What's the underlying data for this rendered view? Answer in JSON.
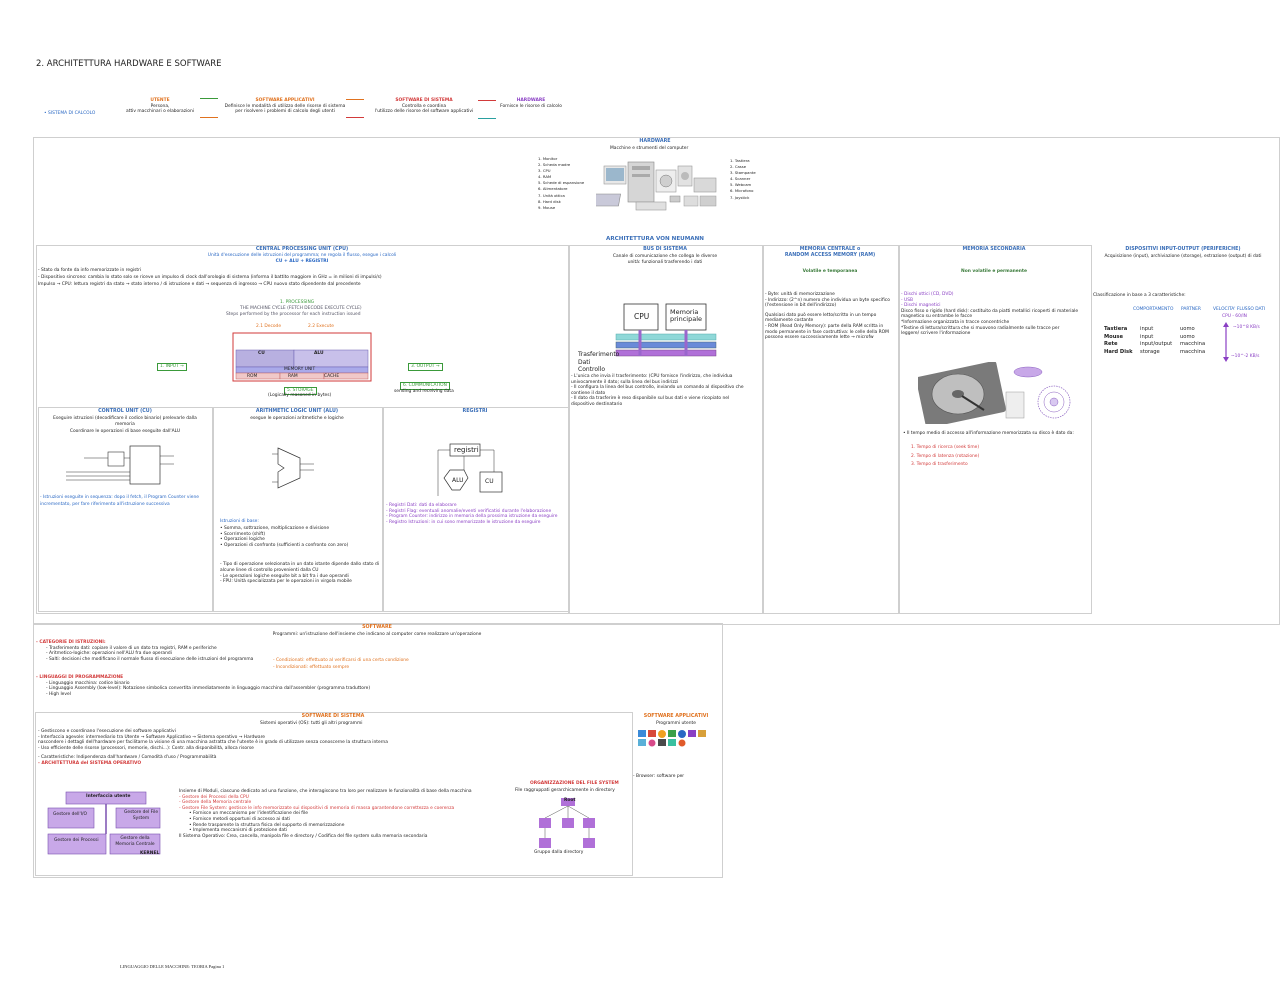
{
  "page": {
    "title": "2. ARCHITETTURA HARDWARE E SOFTWARE",
    "footer": "LINGUAGGIO DELLE MACCHINE: TEORIA  Pagina 1"
  },
  "flow": {
    "left_label": "SISTEMA DI CALCOLO",
    "utente": {
      "title": "UTENTE",
      "l1": "Persona,",
      "l2": "attiv macchinari o elaborazioni"
    },
    "sw_app": {
      "title": "SOFTWARE APPLICATIVI",
      "l1": "Definisce le modalità di utilizzo delle risorse di sistema",
      "l2": "per risolvere i problemi di calcolo degli utenti"
    },
    "sw_sys": {
      "title": "SOFTWARE DI SISTEMA",
      "l1": "Controlla e coordina",
      "l2": "l'utilizzo delle risorse del software applicativi"
    },
    "hw": {
      "title": "HARDWARE",
      "l1": "Fornisce le risorse di calcolo"
    }
  },
  "hardware": {
    "title": "HARDWARE",
    "subtitle": "Macchine e strumenti del computer",
    "left_items": [
      "1. Monitor",
      "2. Scheda madre",
      "3. CPU",
      "4. RAM",
      "5. Schede di espansione",
      "6. Alimentatore",
      "7. Unità ottica",
      "8. Hard disk",
      "9. Mouse"
    ],
    "right_items": [
      "1. Tastiera",
      "2. Casse",
      "3. Stampante",
      "4. Scanner",
      "5. Webcam",
      "6. Microfono",
      "7. Joystick"
    ]
  },
  "von_neumann": {
    "title": "ARCHITETTURA VON NEUMANN",
    "cpu": {
      "title": "CENTRAL PROCESSING UNIT (CPU)",
      "sub1": "Unità d'esecuzione delle istruzioni del programma; ne regola il flusso, esegue i calcoli",
      "sub2": "CU + ALU + REGISTRI",
      "b1": "- Stato da fonte da info memorizzate in registri",
      "b2": "- Dispositivo sincrono: cambia lo stato solo se riceve un impulso di clock dall'orologio di sistema (informa il battito maggiore in GHz = in milioni di impulsi/s)",
      "b3": "Impulso → CPU: lettura registri da stato → stato interno / di istruzione e dati → sequenza di ingresso → CPU nuovo stato dipendente dal precedente",
      "cycle_title": "1. PROCESSING",
      "cycle_sub": "THE MACHINE CYCLE (FETCH DECODE EXECUTE CYCLE)",
      "cycle_sub2": "Steps performed by the processor for each instruction issued",
      "decode": "2.1 Decode",
      "execute": "2.2 Execute",
      "input": "1. INPUT →",
      "output": "3. OUTPUT →",
      "cu": "CU",
      "alu": "ALU",
      "mem": "MEMORY UNIT",
      "rom": "ROM",
      "ram": "RAM",
      "cache": "CACHE",
      "storage": "5. STORAGE",
      "storage_sub": "(Logically reasoned in bytes)",
      "comm": "6. COMMUNICATION",
      "comm_sub": "sending and receiving data"
    },
    "bus": {
      "title": "BUS DI SISTEMA",
      "sub1": "Canale di comunicazione che collega le diverse",
      "sub2": "unità: funzionali trasferendo i dati",
      "cpu": "CPU",
      "mem": "Memoria principale",
      "tr": "Trasferimento Dati Controllo",
      "d1": "- L'unica che invia il trasferimento: (CPU fornisce l'indirizzo, che individua",
      "d2": "univocamente il dato; sulla linea del bus indirizzi",
      "d3": "- Il configura la linea del bus controllo, inviando un comando al dispositivo che",
      "d4": "contiene il dato",
      "d5": "- Il dato da trasferire è reso disponibile sul bus dati e viene ricopiato nel",
      "d6": "dispositivo destinatario"
    },
    "mem_centrale": {
      "title": "MEMORIA CENTRALE o",
      "title2": "RANDOM ACCESS MEMORY (RAM)",
      "sub": "Volatile e temporanea",
      "l1": "- Byte: unità di memorizzazione",
      "l2": "- Indirizzo: (2^n) numero che individua un byte specifico",
      "l3": "(l'estensione in bit dell'indirizzo)",
      "l4": "Qualsiasi dato può essere letto/scritto in un tempo",
      "l5": "mediamente costante",
      "l6": "- ROM (Read Only Memory): parte della RAM scritta in",
      "l7": "modo permanente in fase costruttiva: le celle della ROM",
      "l8": "possono essere successivamente lette → microfw"
    },
    "mem_secondaria": {
      "title": "MEMORIA SECONDARIA",
      "sub": "Non volatile e permanente",
      "l1": "- Dischi ottici (CD, DVD)",
      "l2": "- USB",
      "l3": "- Dischi magnetici",
      "l4": "Disco fisso o rigido (hard disk): costituito da piatti metallici ricoperti di materiale",
      "l5": "magnetico su entrambe le facce",
      "l6": "*Informazione organizzata in tracce concentriche",
      "l7": "*Testine di lettura/scrittura che si muovono radialmente sulle tracce per",
      "l8": "leggere/ scrivere l'informazione",
      "l9": "• Il tempo medio di accesso all'informazione memorizzata su disco è dato da:",
      "f1": "1. Tempo di ricerca (seek time)",
      "f2": "2. Tempo di latenza (rotazione)",
      "f3": "3. Tempo di trasferimento"
    },
    "io": {
      "title": "DISPOSITIVI INPUT-OUTPUT (PERIFERICHE)",
      "sub": "Acquisizione (input), archiviazione (storage), estrazione (output) di dati",
      "cls": "Classificazione in base a 3 caratteristiche:",
      "col1": "COMPORTAMENTO",
      "col2": "PARTNER",
      "col3": "VELOCITA' FLUSSO DATI",
      "rows": [
        {
          "d": "Tastiera",
          "c": "input",
          "p": "uomo"
        },
        {
          "d": "Mouse",
          "c": "input",
          "p": "uomo"
        },
        {
          "d": "Rete",
          "c": "input/output",
          "p": "macchina"
        },
        {
          "d": "Hard Disk",
          "c": "storage",
          "p": "macchina"
        }
      ],
      "v_hi": "~10^8 KB/s",
      "v_lo": "~10^-2 KB/s",
      "v_top": "CPU - 60/IN"
    },
    "cu_box": {
      "title": "CONTROL UNIT (CU)",
      "l1": "Eseguire istruzioni (decodificare il codice binario) prelevarle dalla",
      "l2": "memoria",
      "l3": "Coordinare le operazioni di base eseguite dall'ALU",
      "b1": "- Istruzioni eseguite in sequenza: dopo il fetch, il Program Counter viene",
      "b2": "incrementato, per fare riferimento all'istruzione successiva"
    },
    "alu_box": {
      "title": "ARITHMETIC LOGIC UNIT (ALU)",
      "l1": "esegue le operazioni aritmetiche e logiche",
      "l2": "Istruzioni di base:",
      "i1": "• Somma, sottrazione, moltiplicazione e divisione",
      "i2": "• Scorrimento (shift)",
      "i3": "• Operazioni logiche",
      "i4": "• Operazioni di confronto (sufficienti a confronto con zero)",
      "i5": "- Tipo di operazione selezionata in un dato istante dipende dallo stato di",
      "i6": "alcune linee di controllo provenienti dalla CU",
      "i7": "- Le operazioni logiche eseguite bit a bit fra i due operandi",
      "i8": "- FPU: Unità specializzata per le operazioni in virgola mobile"
    },
    "reg_box": {
      "title": "REGISTRI",
      "label": "registri",
      "alu": "ALU",
      "cu": "CU",
      "l1": "- Registri Dati: dati da elaborare",
      "l2": "- Registri Flag: eventuali anomalie/eventi verificatisi durante l'elaborazione",
      "l3": "- Program Counter: indirizzo in memoria della prossima istruzione da eseguire",
      "l4": "- Registro Istruzioni: in cui sono memorizzate le istruzione da eseguire"
    }
  },
  "software": {
    "title": "SOFTWARE",
    "sub": "Programmi: un'istruzione dell'insieme che indicano al computer come realizzare un'operazione",
    "cat_title": "- CATEGORIE DI ISTRUZIONI:",
    "c1": "- Trasferimento dati: copiare il valore di un dato tra registri, RAM e periferiche",
    "c2": "- Aritmetico-logiche: operazioni nell'ALU fra due operandi",
    "c3": "- Salti: decisioni che modificano il normale flusso di esecuzione delle istruzioni del programma",
    "c3a": "- Condizionati: effettuato al verificarsi di una certa condizione",
    "c3b": "- Incondizionati: effettuato sempre",
    "lang_title": "- LINGUAGGI DI PROGRAMMAZIONE",
    "lg1": "- Linguaggio macchina: codice binario",
    "lg2": "- Linguaggio Assembly (low-level): Notazione simbolica convertita immediatamente in linguaggio macchina dall'assembler (programma traduttore)",
    "lg3": "- High level"
  },
  "sw_sistema": {
    "title": "SOFTWARE DI SISTEMA",
    "sub": "Sistemi operativi (OS): tutti gli altri programmi",
    "l1": "- Gestiscono e coordinano l'esecuzione dei software applicativi",
    "l2": "- Interfaccia agevole: intermediario tra Utente → Software Applicativo → Sistema operativo → Hardware",
    "l3": "nascondere i dettagli dell'hardware per facilitarne la visione di una macchina astratta che l'utente è in grado di utilizzare senza conoscerne la struttura interna",
    "l4": "- Uso efficiente delle risorse (processori, memorie, dischi...): Contr. alla disponibilità, alloca risorse",
    "l5": "- Caratteristiche: Indipendenza dall'hardware / Comodità d'uso / Programmabilità",
    "arch": "- ARCHITETTURA del SISTEMA OPERATIVO",
    "iu": "Interfaccia utente",
    "gio": "Gestore dell'I/O",
    "gfs": "Gestore del File System",
    "gp": "Gestore dei Processi",
    "gm": "Gestore della Memoria Centrale",
    "kernel": "KERNEL",
    "m0": "Insieme di Moduli, ciascuno dedicato ad una funzione, che interagiscono tra loro per realizzare le funzionalità di base della macchina",
    "m1": "- Gestore dei Processi della CPU",
    "m2": "- Gestore della Memoria centrale",
    "m3": "- Gestore File System: gestisce le info memorizzate sui dispositivi di memoria di massa garantendone correttezza e coerenza",
    "m4": "• Fornisce un meccanismo per l'identificazione dei file",
    "m5": "• Fornisce metodi opportuni di accesso ai dati",
    "m6": "• Rende trasparente la struttura fisica del supporto di memorizzazione",
    "m7": "• Implementa meccanismi di protezione dati",
    "m8": "Il Sistema Operativo: Crea, cancella, manipola file e directory / Codifica del file system sulla memoria secondaria",
    "fs_title": "ORGANIZZAZIONE DEL FILE SYSTEM",
    "fs_sub": "File raggruppati gerarchicamente in directory",
    "fs_root": "Root",
    "fs_tree": "Gruppo dalla directory"
  },
  "sw_applicativi": {
    "title": "SOFTWARE APPLICATIVI",
    "sub": "Programmi utente",
    "l1": "- Browser: software per"
  }
}
